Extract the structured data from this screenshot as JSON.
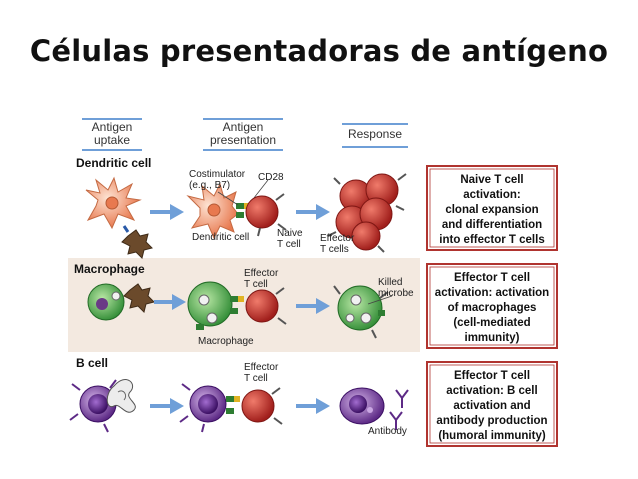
{
  "title": "Células presentadoras de antígeno",
  "headers": {
    "uptake": [
      "Antigen",
      "uptake"
    ],
    "presentation": [
      "Antigen",
      "presentation"
    ],
    "response": "Response"
  },
  "rows": [
    {
      "label": "Dendritic cell",
      "labels": {
        "costim": [
          "Costimulator",
          "(e.g., B7)"
        ],
        "cd28": "CD28",
        "dendritic": "Dendritic cell",
        "naive": [
          "Naive",
          "T cell"
        ],
        "effector": [
          "Effector",
          "T cells"
        ]
      },
      "box": [
        "Naive T cell",
        "activation:",
        "clonal expansion",
        "and differentiation",
        "into effector T cells"
      ]
    },
    {
      "label": "Macrophage",
      "labels": {
        "effector": [
          "Effector",
          "T cell"
        ],
        "killed": [
          "Killed",
          "microbe"
        ],
        "macrophage": "Macrophage"
      },
      "box": [
        "Effector T cell",
        "activation: activation",
        "of macrophages",
        "(cell-mediated",
        "immunity)"
      ]
    },
    {
      "label": "B cell",
      "labels": {
        "effector": [
          "Effector",
          "T cell"
        ],
        "antibody": "Antibody"
      },
      "box": [
        "Effector T cell",
        "activation: B cell",
        "activation and",
        "antibody production",
        "(humoral immunity)"
      ]
    }
  ],
  "colors": {
    "dendritic": "#f4a582",
    "tcell": "#c0392b",
    "macrophage": "#4caf50",
    "bcell": "#7b3fa0",
    "arrow": "#6f9fd8",
    "band": "#f3e9e0",
    "box_border": "#b0342f"
  }
}
